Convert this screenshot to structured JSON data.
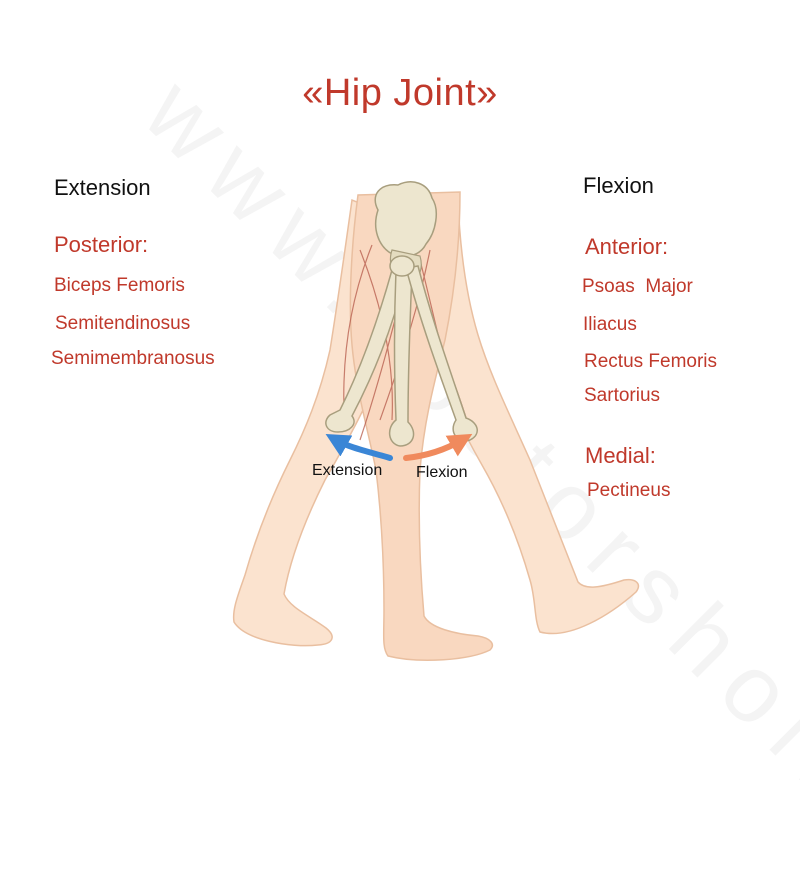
{
  "title": "«Hip Joint»",
  "watermark": "www.doctorshol.ir",
  "extension": {
    "heading": "Extension",
    "group": "Posterior:",
    "muscles": [
      "Biceps Femoris",
      "Semitendinosus",
      "Semimembranosus"
    ]
  },
  "flexion": {
    "heading": "Flexion",
    "anterior": {
      "group": "Anterior:",
      "muscles": [
        "Psoas  Major",
        "Iliacus",
        "Rectus Femoris",
        "Sartorius"
      ]
    },
    "medial": {
      "group": "Medial:",
      "muscles": [
        "Pectineus"
      ]
    }
  },
  "arrows": {
    "extension_label": "Extension",
    "flexion_label": "Flexion",
    "extension_color": "#3a86d6",
    "flexion_color": "#f08a5d"
  },
  "colors": {
    "title": "#c0392b",
    "muscle_text": "#c0392b",
    "skin": "#fbe3cf",
    "skin_outline": "#e9bfa0",
    "bone": "#ede6cf",
    "bone_outline": "#a89e7e",
    "muscle_lines": "#b65a4a"
  }
}
